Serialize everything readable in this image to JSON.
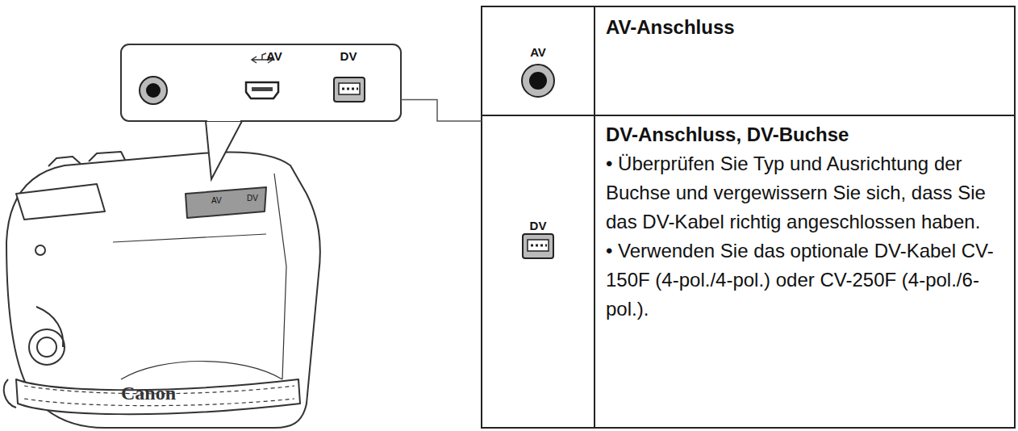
{
  "diagram": {
    "nodes": [
      {
        "text": [
          "AV",
          "DV"
        ]
      },
      {
        "text": [
          "AV"
        ]
      },
      {
        "text": [
          "AV-Anschluss"
        ]
      },
      {
        "text": [
          "DV"
        ]
      },
      {
        "text": [
          "DV-Anschluss, DV-Buchse",
          "• Überprüfen Sie Typ und Ausrichtung der Buchse und vergewissern Sie sich, dass Sie das DV-Kabel richtig angeschlossen haben.",
          "• Verwenden Sie das optionale DV-Kabel CV-150F (4-pol./4-pol.) oder CV-250F (4-pol./6-pol.)."
        ]
      }
    ],
    "edges": [
      {
        "from": 0,
        "to": 1,
        "arrow": "none"
      }
    ],
    "labels": [
      "AV",
      "DV",
      "Canon"
    ]
  }
}
